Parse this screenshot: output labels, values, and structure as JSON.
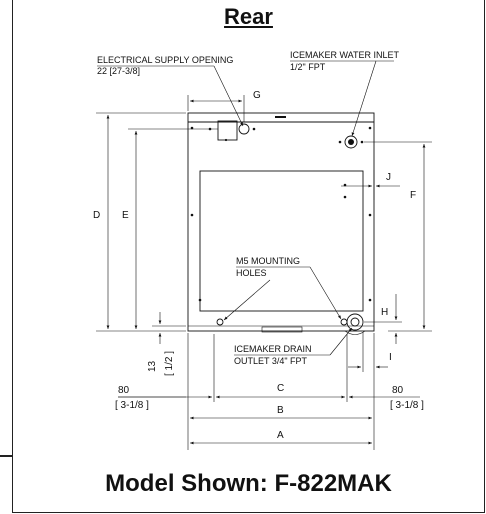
{
  "panel": {
    "title": "Rear",
    "caption": "Model Shown: F-822MAK"
  },
  "callouts": {
    "electrical_label": "ELECTRICAL SUPPLY OPENING",
    "electrical_size": "22 [27-3/8]",
    "water_label": "ICEMAKER WATER INLET",
    "water_size": "1/2\" FPT",
    "mounting_line1": "M5 MOUNTING",
    "mounting_line2": "HOLES",
    "drain_line1": "ICEMAKER DRAIN",
    "drain_line2": "OUTLET 3/4\" FPT"
  },
  "dimensions": {
    "a": "A",
    "b": "B",
    "c": "C",
    "d": "D",
    "e": "E",
    "f": "F",
    "g": "G",
    "h": "H",
    "i": "I",
    "j": "J",
    "left_offset": "80",
    "left_offset_in": "[ 3-1/8 ]",
    "right_offset": "80",
    "right_offset_in": "[ 3-1/8 ]",
    "bottom_gap": "13",
    "bottom_gap_in": "[ 1/2 ]"
  }
}
